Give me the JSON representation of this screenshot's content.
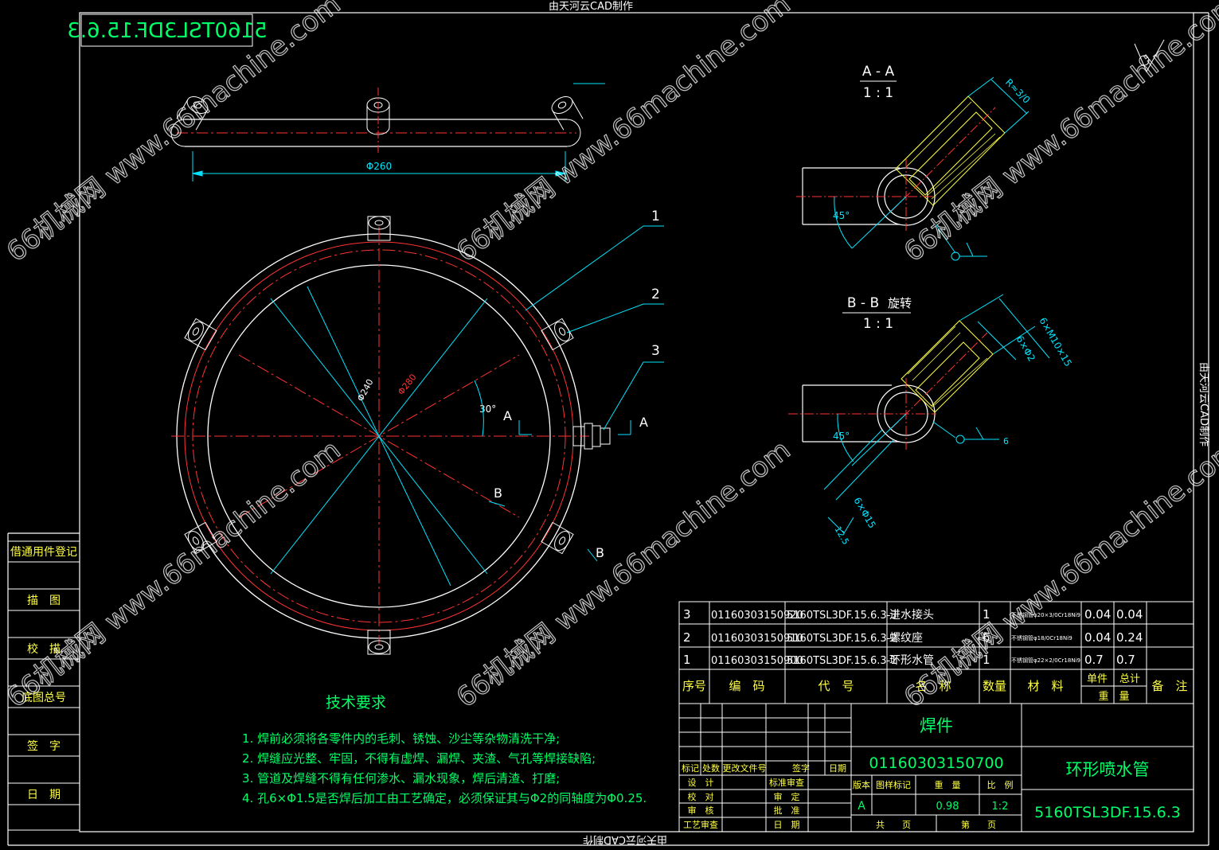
{
  "app": {
    "watermark_top": "由天河云CAD制作",
    "watermark_bottom": "由天河云CAD制作",
    "watermark_right": "由天河云CAD制作",
    "site_watermark": "66机械网 www.66machine.com"
  },
  "drawing": {
    "code_box_mirrored": "5160TSL3DF.15.6.3",
    "dim_top_view": "Φ260",
    "dim_ring_inner": "Φ240",
    "dim_ring_outer": "Φ280",
    "angle_30": "30°",
    "balloons": [
      "1",
      "2",
      "3"
    ],
    "section_a_label": "A",
    "section_b_label": "B",
    "section_aa_title": "A - A",
    "section_aa_scale": "1 : 1",
    "section_aa_dim": "R≈3/0",
    "section_aa_angle": "45°",
    "section_bb_title": "B - B",
    "section_bb_rotate": "旋转",
    "section_bb_scale": "1 : 1",
    "section_bb_dim1": "6×M10×15",
    "section_bb_dim2": "6×Φ2",
    "section_bb_dim3": "6×Φ15",
    "section_bb_angle": "45°",
    "section_bb_weld": "6",
    "roughness": "12.5"
  },
  "tech_requirements": {
    "title": "技术要求",
    "items": [
      "1. 焊前必须将各零件内的毛刺、锈蚀、沙尘等杂物清洗干净;",
      "2. 焊缝应光整、牢固，不得有虚焊、漏焊、夹渣、气孔等焊接缺陷;",
      "3. 管道及焊缝不得有任何渗水、漏水现象，焊后清渣、打磨;",
      "4. 孔6×Φ1.5是否焊后加工由工艺确定，必须保证其与Φ2的同轴度为Φ0.25."
    ]
  },
  "left_strip": {
    "labels": [
      "借通用件登记",
      "描　图",
      "校　描",
      "底图总号",
      "签　字",
      "日　期"
    ]
  },
  "bom": {
    "headers": [
      "序号",
      "编　码",
      "代　号",
      "名　称",
      "数量",
      "材　料",
      "单件",
      "总计",
      "备　注"
    ],
    "weight_label": "重　量",
    "rows": [
      {
        "seq": "3",
        "code": "01160303150920",
        "drawing": "5160TSL3DF.15.6.3-3",
        "name": "进水接头",
        "qty": "1",
        "material": "不锈钢管φ20×3/0Cr18Ni9",
        "unit": "0.04",
        "total": "0.04",
        "note": ""
      },
      {
        "seq": "2",
        "code": "01160303150910",
        "drawing": "5160TSL3DF.15.6.3-2",
        "name": "螺纹座",
        "qty": "6",
        "material": "不锈钢管φ18/0Cr18Ni9",
        "unit": "0.04",
        "total": "0.24",
        "note": ""
      },
      {
        "seq": "1",
        "code": "01160303150900",
        "drawing": "5160TSL3DF.15.6.3-1",
        "name": "环形水管",
        "qty": "1",
        "material": "不锈钢管φ22×2/0Cr18Ni9",
        "unit": "0.7",
        "total": "0.7",
        "note": ""
      }
    ]
  },
  "title_block": {
    "part_type": "焊件",
    "part_code": "01160303150700",
    "part_name": "环形喷水管",
    "drawing_no": "5160TSL3DF.15.6.3",
    "rev_labels": [
      "标记",
      "处数",
      "更改文件号",
      "签字",
      "日期"
    ],
    "sign_rows": [
      [
        "设　计",
        "标准审查"
      ],
      [
        "校　对",
        "审　定"
      ],
      [
        "审　核",
        "批　准"
      ],
      [
        "工艺审查",
        "日　期"
      ]
    ],
    "stage_headers": [
      "版本",
      "图样标记",
      "重　量",
      "比　例"
    ],
    "stage_values": [
      "A",
      "",
      "0.98",
      "1:2"
    ],
    "sheet_labels": [
      "共　　页",
      "第　　页"
    ]
  }
}
